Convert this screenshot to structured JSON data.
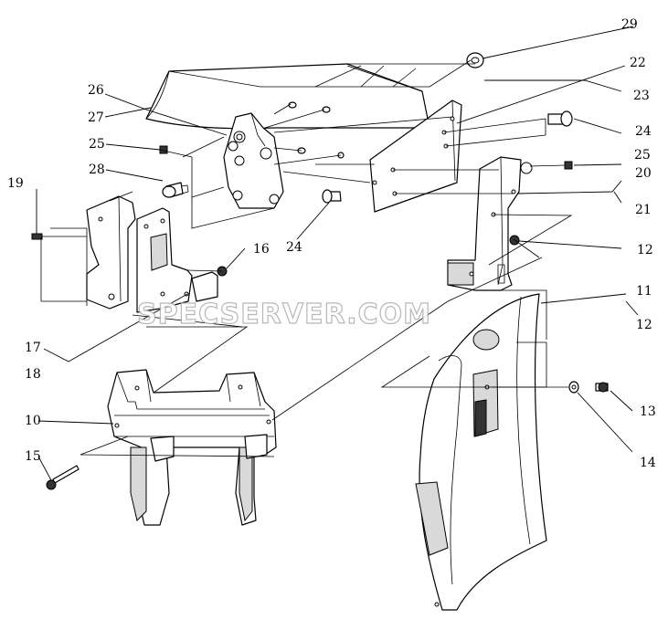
{
  "watermark": "SPECSERVER.COM",
  "callouts": {
    "c10": "10",
    "c11": "11",
    "c12a": "12",
    "c12b": "12",
    "c13": "13",
    "c14": "14",
    "c15": "15",
    "c16": "16",
    "c17": "17",
    "c18": "18",
    "c19": "19",
    "c20": "20",
    "c21": "21",
    "c22": "22",
    "c23": "23",
    "c24a": "24",
    "c24b": "24",
    "c25a": "25",
    "c25b": "25",
    "c26": "26",
    "c27": "27",
    "c28": "28",
    "c29": "29"
  }
}
